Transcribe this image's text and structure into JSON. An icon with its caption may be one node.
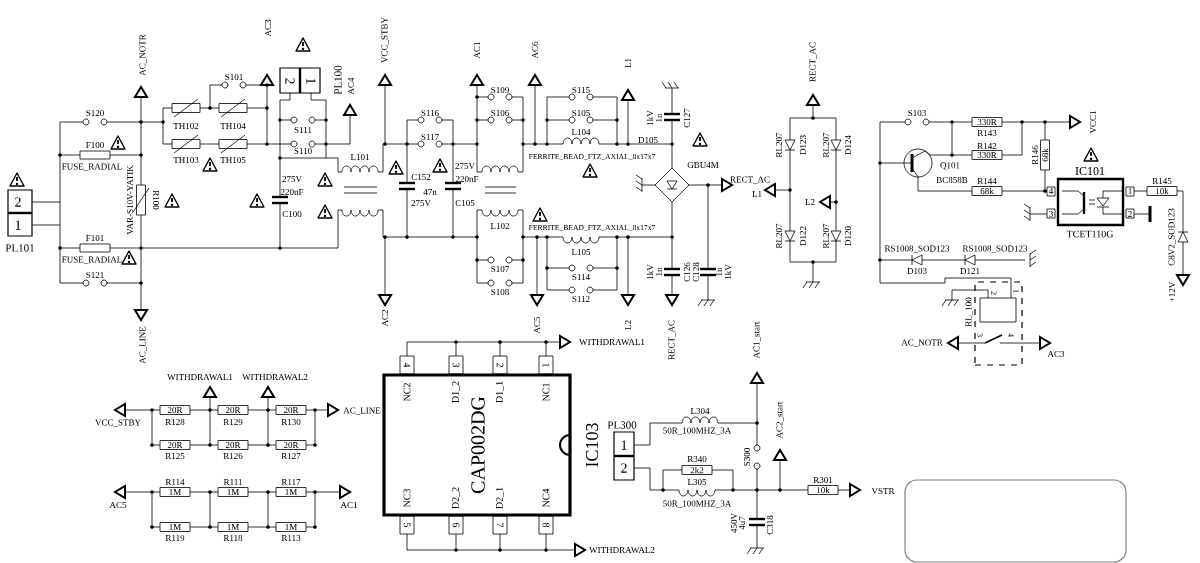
{
  "diagram": {
    "nodes": [
      {
        "text": [
          "2",
          "1",
          "PL101"
        ]
      },
      {
        "text": [
          "2",
          "1",
          "PL100"
        ]
      },
      {
        "text": [
          "IC101",
          "4",
          "3",
          "1",
          "2",
          "TCET110G"
        ]
      },
      {
        "text": [
          "4",
          "3",
          "2",
          "1",
          "NC2",
          "D1_2",
          "D1_1",
          "NC1",
          "CAP002DG",
          "IC103",
          "NC3",
          "D2_2",
          "D2_1",
          "NC4",
          "5",
          "6",
          "7",
          "8"
        ]
      },
      {
        "text": [
          "2",
          "1",
          "RL_100",
          "3",
          "4"
        ]
      },
      {
        "text": [
          "PL300",
          "1",
          "2"
        ]
      },
      {
        "text": [],
        "shape": "box"
      }
    ],
    "labels": [
      "AC_NOTR",
      "S120",
      "F100",
      "FUSE_RADIAL",
      "VAR-S10V-YATIK",
      "R100",
      "F101",
      "FUSE_RADIAL",
      "S121",
      "AC_LINE",
      "S101",
      "TH102",
      "TH104",
      "TH103",
      "TH105",
      "AC3",
      "S111",
      "S110",
      "AC4",
      "VCC_STBY",
      "L101",
      "275V",
      "220nF",
      "C100",
      "AC2",
      "AC1",
      "AC6",
      "L1",
      "S116",
      "S117",
      "C152",
      "47n",
      "275V",
      "275V",
      "220nF",
      "C105",
      "S109",
      "S106",
      "S115",
      "S105",
      "L104",
      "FERRITE_BEAD_FTZ_AXIAL_8x17x7",
      "D105",
      "GBU4M",
      "1kV",
      "1n",
      "C127",
      "L102",
      "RECT_AC",
      "L1",
      "RECT_AC",
      "RL207",
      "D123",
      "RL207",
      "D124",
      "L2",
      "RL207",
      "D122",
      "RL207",
      "D120",
      "FERRITE_BEAD_FTZ_AXIAL_8x17x7",
      "L105",
      "S114",
      "S107",
      "S112",
      "S108",
      "1kV",
      "1n",
      "C126",
      "C128",
      "1n",
      "1kV",
      "S103",
      "330R",
      "R143",
      "R142",
      "330R",
      "VCC1",
      "R146",
      "68k",
      "Q101",
      "BC858B",
      "R144",
      "68k",
      "R145",
      "10k",
      "C8V2_SOD123",
      "+12V",
      "RS1008_SOD123",
      "RS1008_SOD123",
      "D103",
      "D121",
      "AC_NOTR",
      "AC3",
      "AC5",
      "L2",
      "RECT_AC",
      "WITHDRAWAL1",
      "AC1_start",
      "WITHDRAWAL1",
      "WITHDRAWAL2",
      "VCC_STBY",
      "20R",
      "R128",
      "20R",
      "R129",
      "20R",
      "R130",
      "AC_LINE",
      "20R",
      "R125",
      "20R",
      "R126",
      "20R",
      "R127",
      "L304",
      "50R_100MHZ_3A",
      "AC2_start",
      "S300",
      "R340",
      "2k2",
      "L305",
      "50R_100MHZ_3A",
      "R114",
      "1M",
      "R111",
      "1M",
      "R117",
      "1M",
      "AC5",
      "AC1",
      "R301",
      "10k",
      "VSTR",
      "1M",
      "R119",
      "1M",
      "R118",
      "1M",
      "R113",
      "450V",
      "4u7",
      "C318",
      "WITHDRAWAL2"
    ]
  }
}
